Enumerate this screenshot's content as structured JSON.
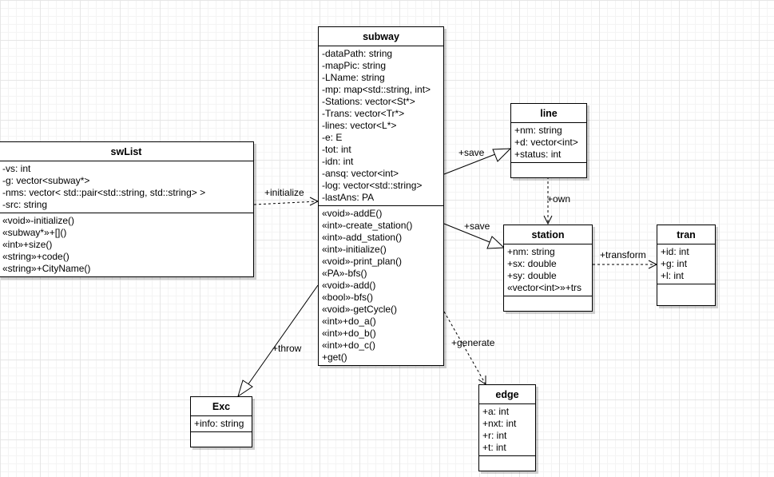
{
  "classes": {
    "subway": {
      "name": "subway",
      "attributes": [
        "-dataPath: string",
        "-mapPic: string",
        "-LName: string",
        "-mp: map<std::string, int>",
        "-Stations: vector<St*>",
        "-Trans: vector<Tr*>",
        "-lines: vector<L*>",
        "-e: E",
        "-tot: int",
        "-idn: int",
        "-ansq: vector<int>",
        "-log: vector<std::string>",
        "-lastAns: PA"
      ],
      "operations": [
        "«void»-addE()",
        "«int»-create_station()",
        "«int»-add_station()",
        "«int»-initialize()",
        "«void»-print_plan()",
        "«PA»-bfs()",
        "«void»-add()",
        "«bool»-bfs()",
        "«void»-getCycle()",
        "«int»+do_a()",
        "«int»+do_b()",
        "«int»+do_c()",
        "+get()"
      ]
    },
    "swList": {
      "name": "swList",
      "attributes": [
        "-vs: int",
        "-g: vector<subway*>",
        "-nms: vector< std::pair<std::string, std::string> >",
        "-src: string"
      ],
      "operations": [
        "«void»-initialize()",
        "«subway*»+[]()",
        "«int»+size()",
        "«string»+code()",
        "«string»+CityName()"
      ]
    },
    "line": {
      "name": "line",
      "attributes": [
        "+nm: string",
        "+d: vector<int>",
        "+status: int"
      ],
      "operations": []
    },
    "station": {
      "name": "station",
      "attributes": [
        "+nm: string",
        "+sx: double",
        "+sy: double",
        "«vector<int>»+trs"
      ],
      "operations": []
    },
    "tran": {
      "name": "tran",
      "attributes": [
        "+id: int",
        "+g: int",
        "+l: int"
      ],
      "operations": []
    },
    "Exc": {
      "name": "Exc",
      "attributes": [
        "+info: string"
      ],
      "operations": []
    },
    "edge": {
      "name": "edge",
      "attributes": [
        "+a: int",
        "+nxt: int",
        "+r: int",
        "+t: int"
      ],
      "operations": []
    }
  },
  "relations": {
    "initialize": "+initialize",
    "save_line": "+save",
    "save_station": "+save",
    "own": "+own",
    "transform": "+transform",
    "throw": "+throw",
    "generate": "+generate"
  }
}
